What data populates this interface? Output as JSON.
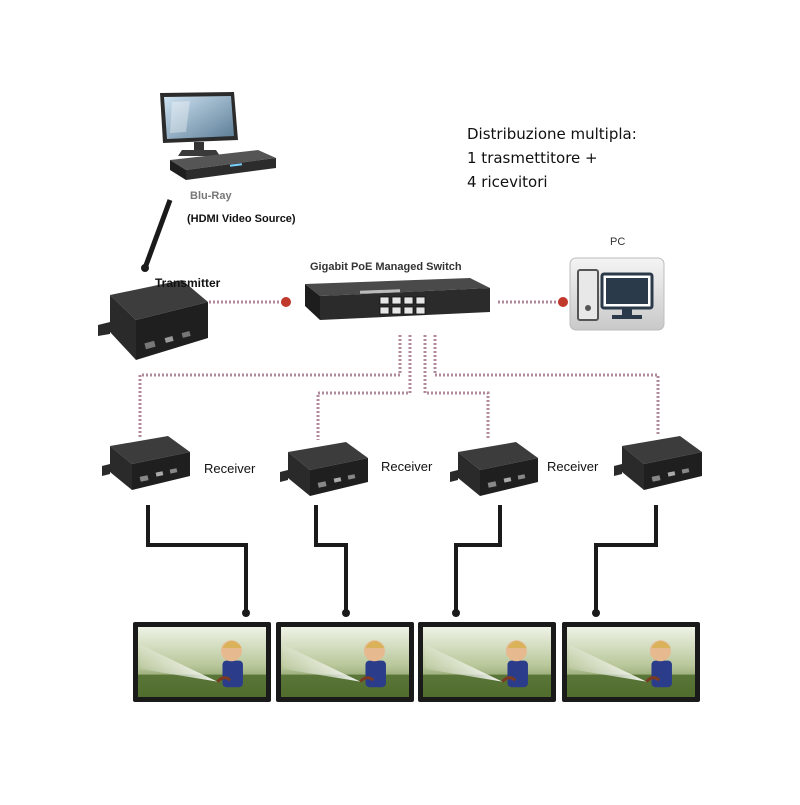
{
  "note": {
    "line1": "Distribuzione multipla:",
    "line2": "1 trasmettitore +",
    "line3": "4 ricevitori"
  },
  "source": {
    "name": "Blu-Ray",
    "detail": "(HDMI Video Source)"
  },
  "transmitter": {
    "label": "Transmitter"
  },
  "switch": {
    "label": "Gigabit PoE Managed Switch",
    "port_count": 8
  },
  "pc": {
    "label": "PC"
  },
  "receivers": [
    {
      "label": "Receiver"
    },
    {
      "label": "Receiver"
    },
    {
      "label": "Receiver"
    },
    {
      "label": ""
    }
  ],
  "displays": [
    {
      "icon": "tv-display"
    },
    {
      "icon": "tv-display"
    },
    {
      "icon": "tv-display"
    },
    {
      "icon": "tv-display"
    }
  ],
  "colors": {
    "network_cable": "#b08a9a",
    "hdmi_cable": "#1a1a1a",
    "device_body": "#2a2a2a",
    "connector_dot": "#c0392b"
  }
}
